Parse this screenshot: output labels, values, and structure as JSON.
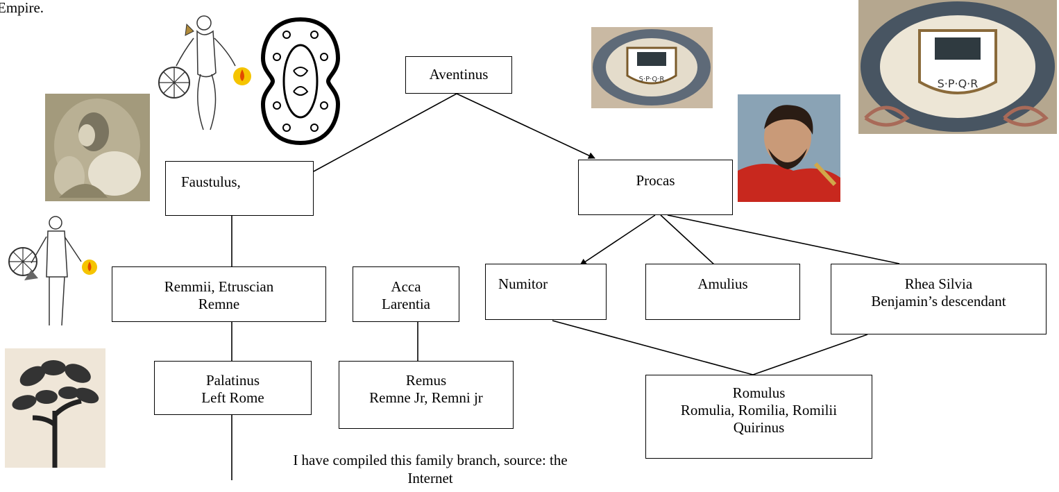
{
  "page": {
    "top_text": "Empire."
  },
  "nodes": {
    "aventinus": [
      "Aventinus"
    ],
    "faustulus": [
      "Faustulus,"
    ],
    "procas": [
      "Procas"
    ],
    "remmii": [
      "Remmii, Etruscian",
      "Remne"
    ],
    "acca": [
      "Acca",
      "Larentia"
    ],
    "numitor": [
      "Numitor"
    ],
    "amulius": [
      "Amulius"
    ],
    "rhea": [
      "Rhea Silvia",
      "Benjamin’s descendant"
    ],
    "palatinus": [
      "Palatinus",
      "Left Rome"
    ],
    "remus": [
      "Remus",
      "Remne Jr, Remni jr"
    ],
    "romulus": [
      "Romulus",
      "Romulia, Romilia, Romilii",
      "Quirinus"
    ]
  },
  "note": [
    "I have compiled this family branch, source: the",
    "Internet"
  ],
  "images": {
    "marble_figure": "weathered-marble-bust-photo",
    "wheel_man_top": "figure-with-wheel-and-flame-sketch",
    "shield": "ornate-shield-drawing",
    "wheel_man_left": "figure-with-wheel-and-flame-sketch",
    "plant": "fig-tree-branch-drawing",
    "spqr_small": "spqr-wolf-mosaic",
    "spqr_large": "spqr-wolf-mosaic",
    "bust_red": "bearded-roman-in-red-cloak-painting"
  }
}
